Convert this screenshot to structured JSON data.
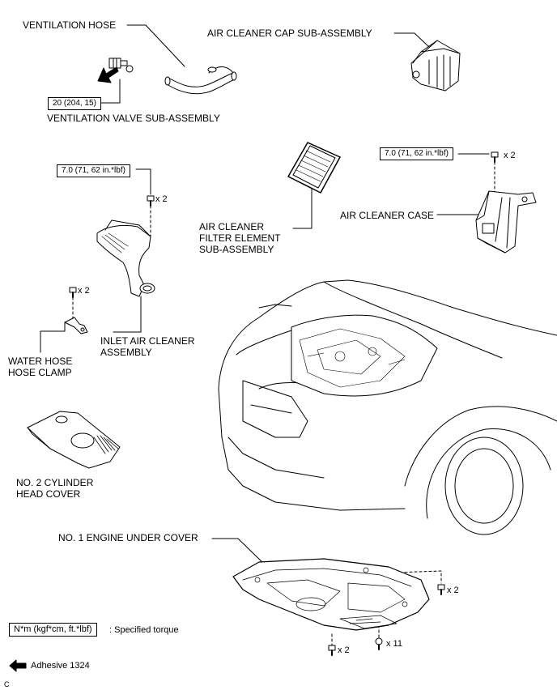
{
  "labels": {
    "ventilation_hose": "VENTILATION HOSE",
    "air_cleaner_cap": "AIR CLEANER CAP SUB-ASSEMBLY",
    "ventilation_valve": "VENTILATION VALVE SUB-ASSEMBLY",
    "filter_element": [
      "AIR CLEANER",
      "FILTER ELEMENT",
      "SUB-ASSEMBLY"
    ],
    "air_cleaner_case": "AIR CLEANER CASE",
    "inlet_air_cleaner": [
      "INLET AIR CLEANER",
      "ASSEMBLY"
    ],
    "water_hose_clamp": [
      "WATER HOSE",
      "HOSE CLAMP"
    ],
    "cylinder_head_cover": [
      "NO. 2 CYLINDER",
      "HEAD COVER"
    ],
    "engine_under_cover": "NO. 1 ENGINE UNDER COVER"
  },
  "torques": {
    "ventilation_valve": "20 (204, 15)",
    "air_cleaner_case": "7.0 (71, 62 in.*lbf)",
    "inlet_air_cleaner": "7.0 (71, 62 in.*lbf)"
  },
  "quantities": {
    "air_cleaner_case_bolts": "x 2",
    "inlet_bolts": "x 2",
    "water_hose_clamp_bolts": "x 2",
    "under_cover_bolts_right": "x 2",
    "under_cover_bolts_left": "x 2",
    "under_cover_clips": "x 11"
  },
  "legend": {
    "torque_unit": "N*m (kgf*cm, ft.*lbf)",
    "torque_desc": ": Specified torque",
    "adhesive": "Adhesive 1324"
  },
  "footer": {
    "code": "C"
  }
}
